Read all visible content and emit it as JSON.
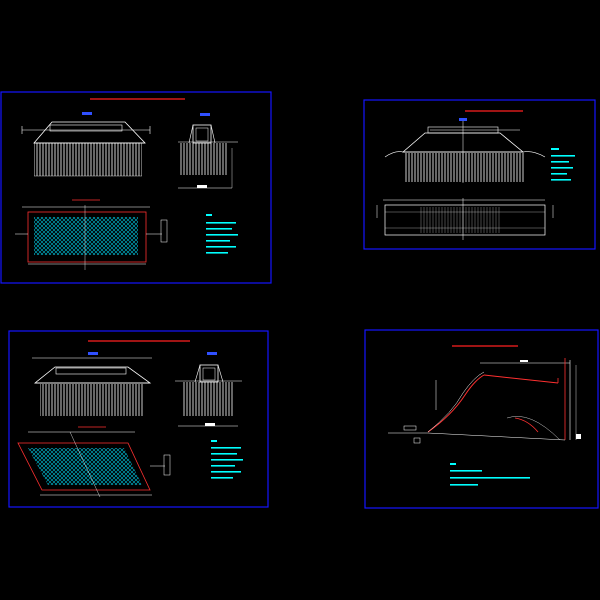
{
  "colors": {
    "background": "#000000",
    "frame": "#1515ff",
    "line": "#ffffff",
    "title": "#ff2020",
    "subtitle": "#3050ff",
    "label": "#ff3030",
    "note": "#00ffff",
    "hatch": "#00bcd4",
    "tag": "#ffffff"
  },
  "sheets": [
    {
      "id": "sheet-1",
      "title": "",
      "plan_label": "",
      "notes": []
    },
    {
      "id": "sheet-2",
      "title": "",
      "plan_label": "",
      "notes": []
    },
    {
      "id": "sheet-3",
      "title": "",
      "plan_label": "",
      "notes": []
    },
    {
      "id": "sheet-4",
      "title": "",
      "plan_label": "",
      "notes": []
    }
  ]
}
